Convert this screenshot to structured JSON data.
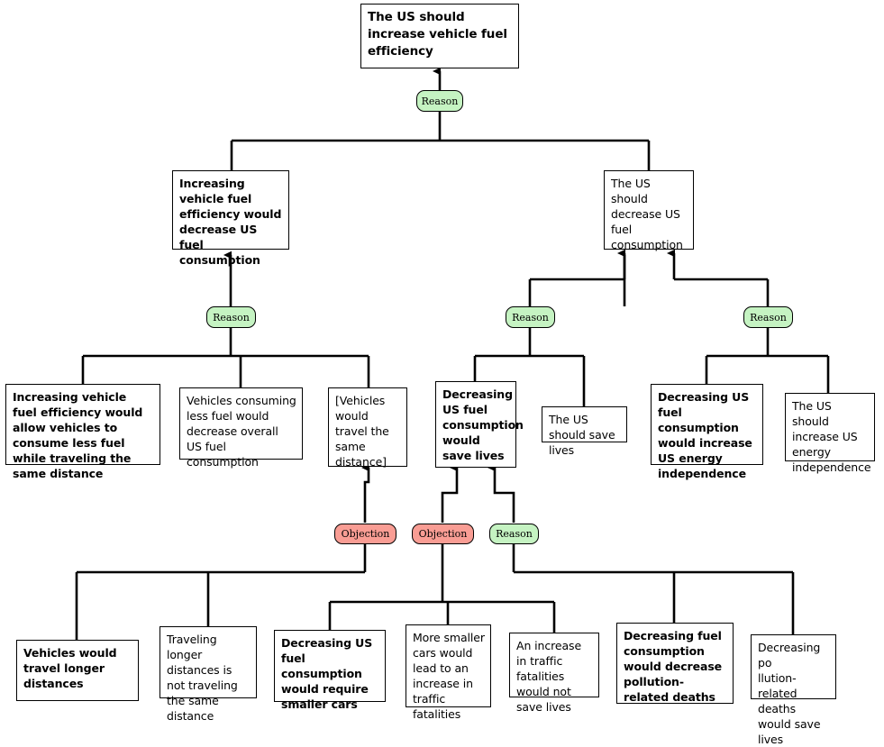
{
  "diagram": {
    "title": "Argument map: The US should increase vehicle fuel efficiency",
    "colors": {
      "reason_fill": "#c5f3c2",
      "objection_fill": "#f99d94",
      "node_fill": "#ffffff",
      "stroke": "#000000",
      "background": "#ffffff"
    },
    "badge_labels": {
      "reason": "Reason",
      "objection": "Objection"
    }
  },
  "nodes": {
    "root": {
      "text": "The US should increase vehicle fuel efficiency",
      "kind": "claim"
    },
    "n_increase_eff_decrease_cons": {
      "text": "Increasing vehicle fuel efficiency would decrease US fuel consumption",
      "kind": "claim"
    },
    "n_should_decrease_cons": {
      "text": "The US should decrease US fuel consumption",
      "kind": "premise"
    },
    "n_allow_consume_less": {
      "text": "Increasing vehicle fuel efficiency would allow vehicles to consume less fuel while traveling the same distance",
      "kind": "claim"
    },
    "n_vehicles_consuming_less": {
      "text": "Vehicles consuming less fuel would decrease overall US fuel consumption",
      "kind": "premise"
    },
    "n_same_distance_bracket": {
      "text": "[Vehicles would travel the same distance]",
      "kind": "premise"
    },
    "n_decrease_cons_save_lives": {
      "text": "Decreasing US fuel consumption would save lives",
      "kind": "claim"
    },
    "n_should_save_lives": {
      "text": "The US should save lives",
      "kind": "premise"
    },
    "n_decrease_cons_energy_indep": {
      "text": "Decreasing US fuel consumption would increase US energy independence",
      "kind": "claim"
    },
    "n_should_increase_energy_indep": {
      "text": "The US should increase US energy independence",
      "kind": "premise"
    },
    "n_vehicles_travel_longer": {
      "text": "Vehicles would travel longer distances",
      "kind": "claim"
    },
    "n_traveling_longer_not_same": {
      "text": "Traveling longer distances is not traveling the same distance",
      "kind": "premise"
    },
    "n_require_smaller_cars": {
      "text": "Decreasing US fuel consumption would require smaller cars",
      "kind": "claim"
    },
    "n_more_smaller_cars": {
      "text": "More smaller cars would lead to an increase in traffic fatalities",
      "kind": "premise"
    },
    "n_increase_fatalities_not_save": {
      "text": "An increase in traffic fatalities would not save lives",
      "kind": "premise"
    },
    "n_decrease_pollution_deaths": {
      "text": "Decreasing fuel consumption would decrease pollution-related deaths",
      "kind": "claim"
    },
    "n_pollution_deaths_save_lives": {
      "text": "Decreasing po\nllution-related deaths would save lives",
      "kind": "premise"
    }
  },
  "badges": {
    "b_root": {
      "label": "Reason",
      "type": "reason"
    },
    "b_level2_left": {
      "label": "Reason",
      "type": "reason"
    },
    "b_level2_mid": {
      "label": "Reason",
      "type": "reason"
    },
    "b_level2_right": {
      "label": "Reason",
      "type": "reason"
    },
    "b_objection_left": {
      "label": "Objection",
      "type": "objection"
    },
    "b_objection_mid": {
      "label": "Objection",
      "type": "objection"
    },
    "b_reason_bottom": {
      "label": "Reason",
      "type": "reason"
    }
  }
}
